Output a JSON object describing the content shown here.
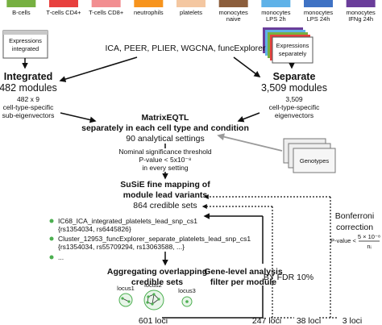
{
  "legend": {
    "cell_types": [
      {
        "label": "B-cells",
        "color": "#76b041"
      },
      {
        "label": "T-cells CD4+",
        "color": "#e8403e"
      },
      {
        "label": "T-cells CD8+",
        "color": "#f28e91"
      },
      {
        "label": "neutrophils",
        "color": "#f7941d"
      },
      {
        "label": "platelets",
        "color": "#f4c7a1"
      },
      {
        "label": "monocytes naive",
        "color": "#8c5e3c"
      },
      {
        "label": "monocytes LPS 2h",
        "color": "#5fb2e8"
      },
      {
        "label": "monocytes LPS 24h",
        "color": "#3f72c4"
      },
      {
        "label": "monocytes IFNg 24h",
        "color": "#6a3d9a"
      }
    ]
  },
  "inputs": {
    "integrated_card": "Expressions integrated",
    "separate_card": "Expressions separately",
    "methods": "ICA, PEER, PLIER, WGCNA, funcExplorer"
  },
  "integrated": {
    "title": "Integrated",
    "modules": "482 modules",
    "dims": "482 x 9",
    "desc1": "cell-type-specific",
    "desc2": "sub-eigenvectors"
  },
  "separate": {
    "title": "Separate",
    "modules": "3,509 modules",
    "count": "3,509",
    "desc1": "cell-type-specific",
    "desc2": "eigenvectors"
  },
  "matrixeqtl": {
    "line1": "MatrixEQTL",
    "line2": "separately in each cell type and condition",
    "line3": "90 analytical settings"
  },
  "threshold": {
    "line1": "Nominal significance threshold",
    "line2": "P-value < 5x10⁻⁸",
    "line3": "in every setting"
  },
  "genotypes": "Genotypes",
  "susie": {
    "line1": "SuSiE fine mapping of",
    "line2": "module lead variants",
    "line3": "864 credible sets"
  },
  "credible_sets": [
    {
      "name": "IC68_ICA_integrated_platelets_lead_snp_cs1",
      "snps": "{rs1354034, rs6445826}"
    },
    {
      "name": "Cluster_12953_funcExplorer_separate_platelets_lead_snp_cs1",
      "snps": "{rs1354034, rs55709294, rs13063588, ...}"
    },
    {
      "name": "...",
      "snps": ""
    }
  ],
  "aggregating": {
    "line1": "Aggregating overlapping",
    "line2": "credible sets",
    "loci": [
      "locus1",
      "locus2",
      "locus3"
    ]
  },
  "gene_level": {
    "line1": "Gene-level analysis",
    "line2": "filter per module"
  },
  "fdr": "BY FDR 10%",
  "bonferroni": {
    "line1": "Bonferroni",
    "line2": "correction",
    "pvalue": "P-value <",
    "numerator": "5 × 10⁻⁸",
    "denominator": "nᵢ"
  },
  "loci_counts": [
    "601 loci",
    "247 loci",
    "38 loci",
    "3 loci"
  ]
}
